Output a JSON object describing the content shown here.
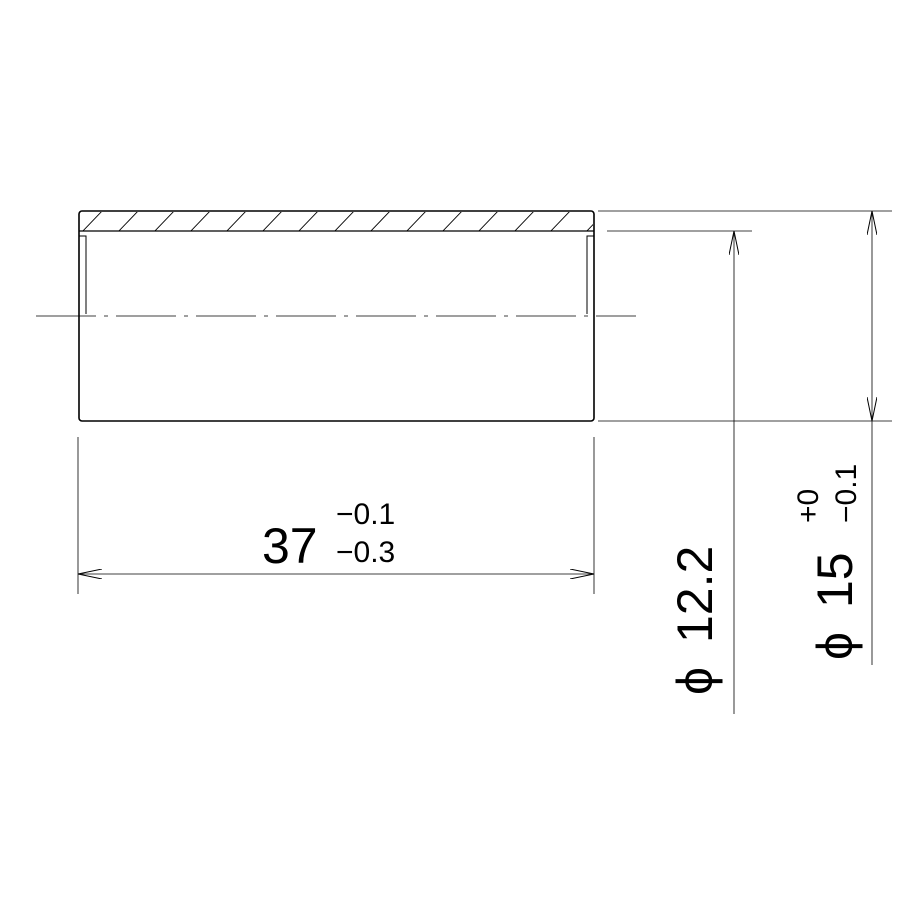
{
  "drawing": {
    "length_dimension": {
      "nominal": "37",
      "upper_tolerance": "−0.1",
      "lower_tolerance": "−0.3"
    },
    "inner_diameter_dimension": {
      "symbol": "ϕ",
      "value": "12.2"
    },
    "outer_diameter_dimension": {
      "symbol": "ϕ",
      "value": "15",
      "upper_tolerance": "+0",
      "lower_tolerance": "−0.1"
    },
    "colors": {
      "line": "#000000",
      "background": "#ffffff"
    }
  }
}
